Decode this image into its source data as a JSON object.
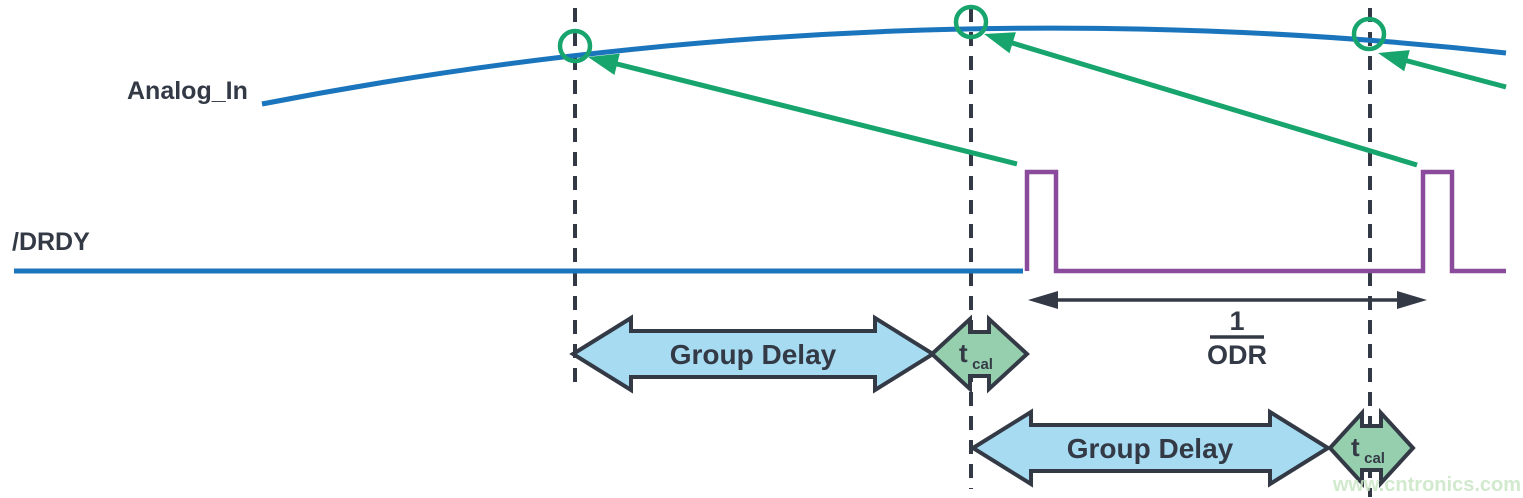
{
  "colors": {
    "analog_blue": "#1b75bc",
    "drdy_purple": "#8a4b9d",
    "sample_green": "#17a56d",
    "ink": "#333a46",
    "group_delay_fill": "#a6dbf2",
    "tcal_fill": "#96cfae",
    "watermark_green": "#c9e6c5"
  },
  "signals": {
    "analog_in_label": "Analog_In",
    "drdy_label": "/DRDY"
  },
  "annotations": {
    "group_delay_label": "Group Delay",
    "tcal_base": "t",
    "tcal_sub": "cal",
    "odr_numerator": "1",
    "odr_denominator": "ODR"
  },
  "watermark": "www.cntronics.com"
}
